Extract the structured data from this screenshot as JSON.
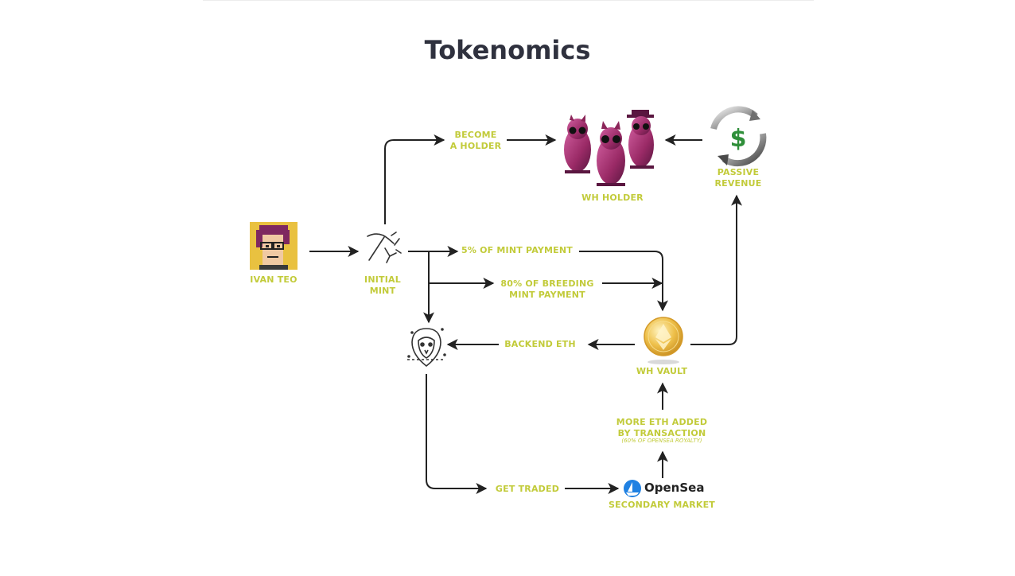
{
  "title": "Tokenomics",
  "nodes": {
    "ivan": "IVAN TEO",
    "mint": [
      "INITIAL",
      "MINT"
    ],
    "holder": "WH HOLDER",
    "passive": [
      "PASSIVE",
      "REVENUE"
    ],
    "vault": "WH VAULT",
    "opensea_brand": "OpenSea",
    "secondary": "SECONDARY MARKET"
  },
  "edges": {
    "become_holder": [
      "BECOME",
      "A HOLDER"
    ],
    "mint_payment": "5% OF MINT PAYMENT",
    "breeding_payment": [
      "80% OF BREEDING",
      "MINT PAYMENT"
    ],
    "backend_eth": "BACKEND ETH",
    "get_traded": "GET TRADED",
    "more_eth": [
      "MORE ETH ADDED",
      "BY TRANSACTION"
    ],
    "more_eth_note": "(60% OF OPENSEA ROYALTY)"
  },
  "colors": {
    "label": "#c2cb3a",
    "title": "#2f313e",
    "arrow": "#222222",
    "owl_pink": "#a8306e",
    "eth_gold": "#e7b93a",
    "opensea_blue": "#2081e2",
    "dollar_green": "#2f8f3a"
  },
  "icons": {
    "ivan": "pixel-avatar-icon",
    "mint": "pickaxe-icon",
    "holder": "owl-figurines-icon",
    "passive": "recycle-dollar-icon",
    "vault": "ethereum-coin-icon",
    "backend": "owl-badge-icon",
    "opensea": "opensea-logo-icon"
  }
}
